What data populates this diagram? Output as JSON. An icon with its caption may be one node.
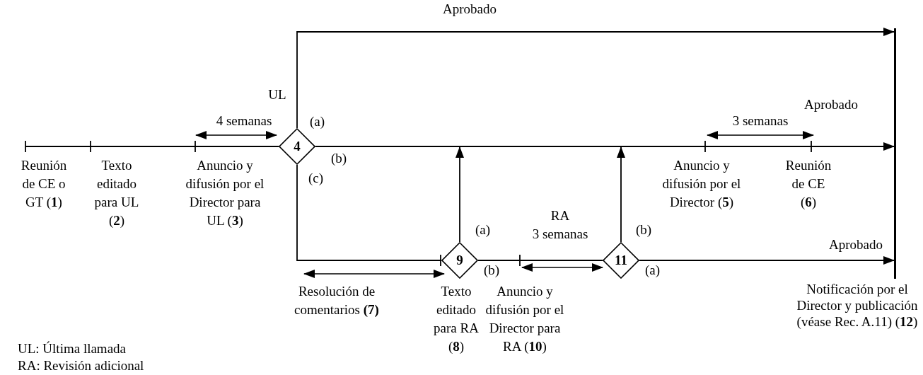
{
  "diagram": {
    "nodes": [
      {
        "text": [
          "4"
        ],
        "beside": [
          "(a)",
          "(b)",
          "(c)"
        ]
      },
      {
        "text": [
          "9"
        ],
        "beside": [
          "(a)",
          "(b)"
        ]
      },
      {
        "text": [
          "11"
        ],
        "beside": [
          "(b)",
          "(a)"
        ]
      },
      {
        "text": [],
        "shape": "bar",
        "beside": [
          "Notificación por el Director y publicación (véase Rec. A.11) (**12**)"
        ]
      }
    ],
    "edges": [
      {
        "from": null,
        "to": 0,
        "arrow": "none"
      },
      {
        "from": 0,
        "to": 3,
        "arrow": "to",
        "label": "Aprobado"
      },
      {
        "from": 0,
        "to": 3,
        "arrow": "to",
        "label": "Aprobado"
      },
      {
        "from": 0,
        "to": 1,
        "arrow": "none"
      },
      {
        "from": 1,
        "to": null,
        "arrow": "to"
      },
      {
        "from": 1,
        "to": 2,
        "arrow": "none"
      },
      {
        "from": 2,
        "to": null,
        "arrow": "to"
      },
      {
        "from": 2,
        "to": 3,
        "arrow": "to",
        "label": "Aprobado"
      }
    ],
    "labels": [
      "UL",
      "4 semanas",
      "Reunión de CE o GT (**1**)",
      "Texto editado para UL (**2**)",
      "Anuncio y difusión por el Director para UL (**3**)",
      "3 semanas",
      "Anuncio y difusión por el Director (**5**)",
      "Reunión de CE (**6**)",
      "RA",
      "3 semanas",
      "Resolución de comentarios **(7)**",
      "Texto editado para RA (**8**)",
      "Anuncio y difusión por el Director para RA (**10**)",
      "UL: Última llamada",
      "RA: Revisión adicional"
    ]
  }
}
